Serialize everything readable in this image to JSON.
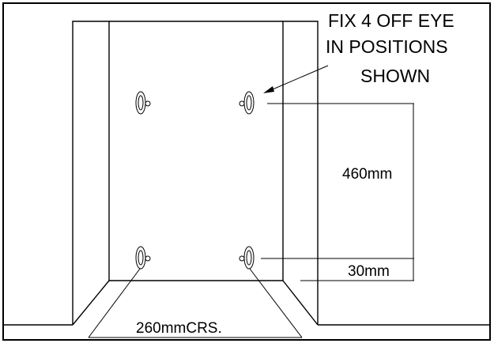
{
  "callout": {
    "line1": "FIX 4 OFF EYE",
    "line2": "IN POSITIONS",
    "line3": "SHOWN"
  },
  "dimensions": {
    "vertical_spacing": "460mm",
    "offset_from_bottom": "30mm",
    "horizontal_centres": "260mmCRS."
  },
  "colors": {
    "line": "#000000",
    "background": "#ffffff"
  }
}
